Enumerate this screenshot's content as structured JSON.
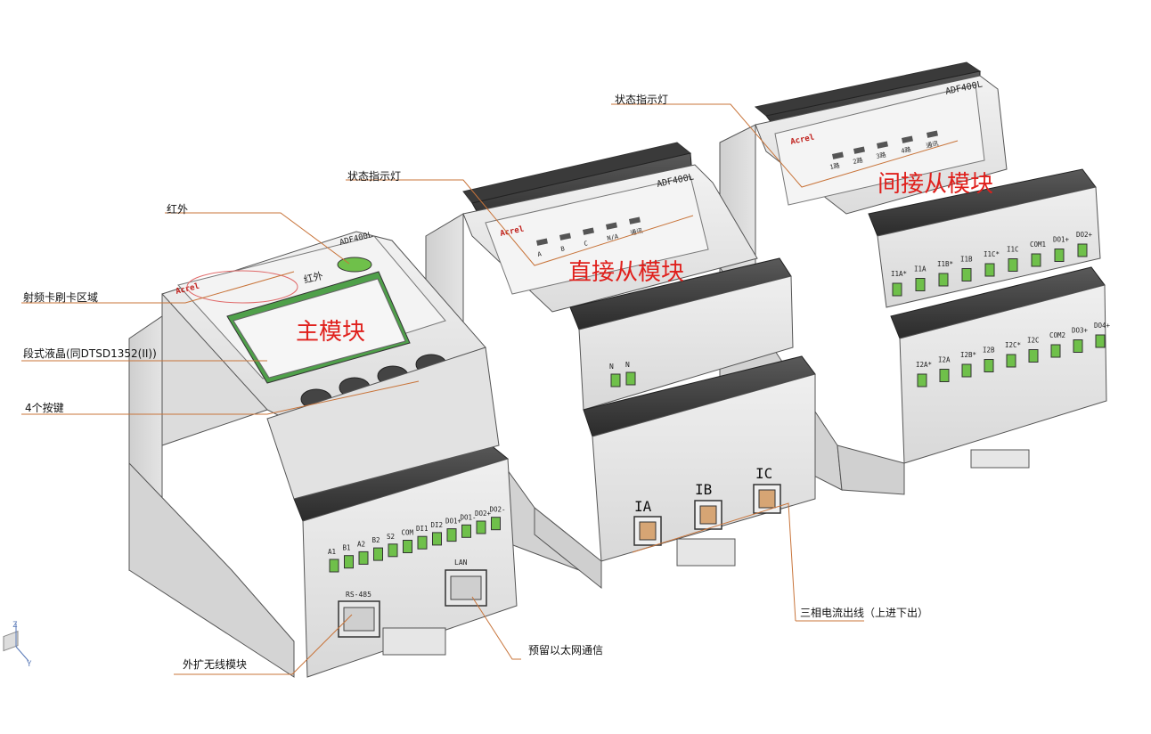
{
  "labels": {
    "status_led_right": "状态指示灯",
    "status_led_mid": "状态指示灯",
    "infrared": "红外",
    "rf_card": "射频卡刷卡区域",
    "lcd": "段式液晶(同DTSD1352(II))",
    "keys": "4个按键",
    "wireless": "外扩无线模块",
    "ethernet": "预留以太网通信",
    "three_phase": "三相电流出线（上进下出）"
  },
  "modules": {
    "main": "主模块",
    "direct": "直接从模块",
    "indirect": "间接从模块"
  },
  "device": {
    "model": "ADF400L",
    "brand": "Acrel",
    "ir_marking": "红外",
    "rs485": "RS-485",
    "lan": "LAN",
    "main_terminals": [
      "A1",
      "B1",
      "A2",
      "B2",
      "S2",
      "COM",
      "DI1",
      "DI2",
      "DO1+",
      "DO1-",
      "DO2+",
      "DO2-"
    ],
    "direct_leds": [
      "A",
      "B",
      "C",
      "N/A",
      "通讯"
    ],
    "direct_neutral": [
      "N",
      "N"
    ],
    "direct_ct": [
      "IA",
      "IB",
      "IC"
    ],
    "indirect_leds": [
      "1路",
      "2路",
      "3路",
      "4路",
      "通讯"
    ],
    "indirect_row1": [
      "I1A*",
      "I1A",
      "I1B*",
      "I1B",
      "I1C*",
      "I1C",
      "COM1",
      "DO1+",
      "DO2+"
    ],
    "indirect_row2": [
      "I2A*",
      "I2A",
      "I2B*",
      "I2B",
      "I2C*",
      "I2C",
      "COM2",
      "DO3+",
      "DO4+"
    ],
    "axis": [
      "Z",
      "Y"
    ]
  },
  "colors": {
    "body": "#e8e8e8",
    "edge": "#555555",
    "callout_line": "#c8743a",
    "highlight": "#e0201c",
    "terminal": "#6fc04a"
  }
}
